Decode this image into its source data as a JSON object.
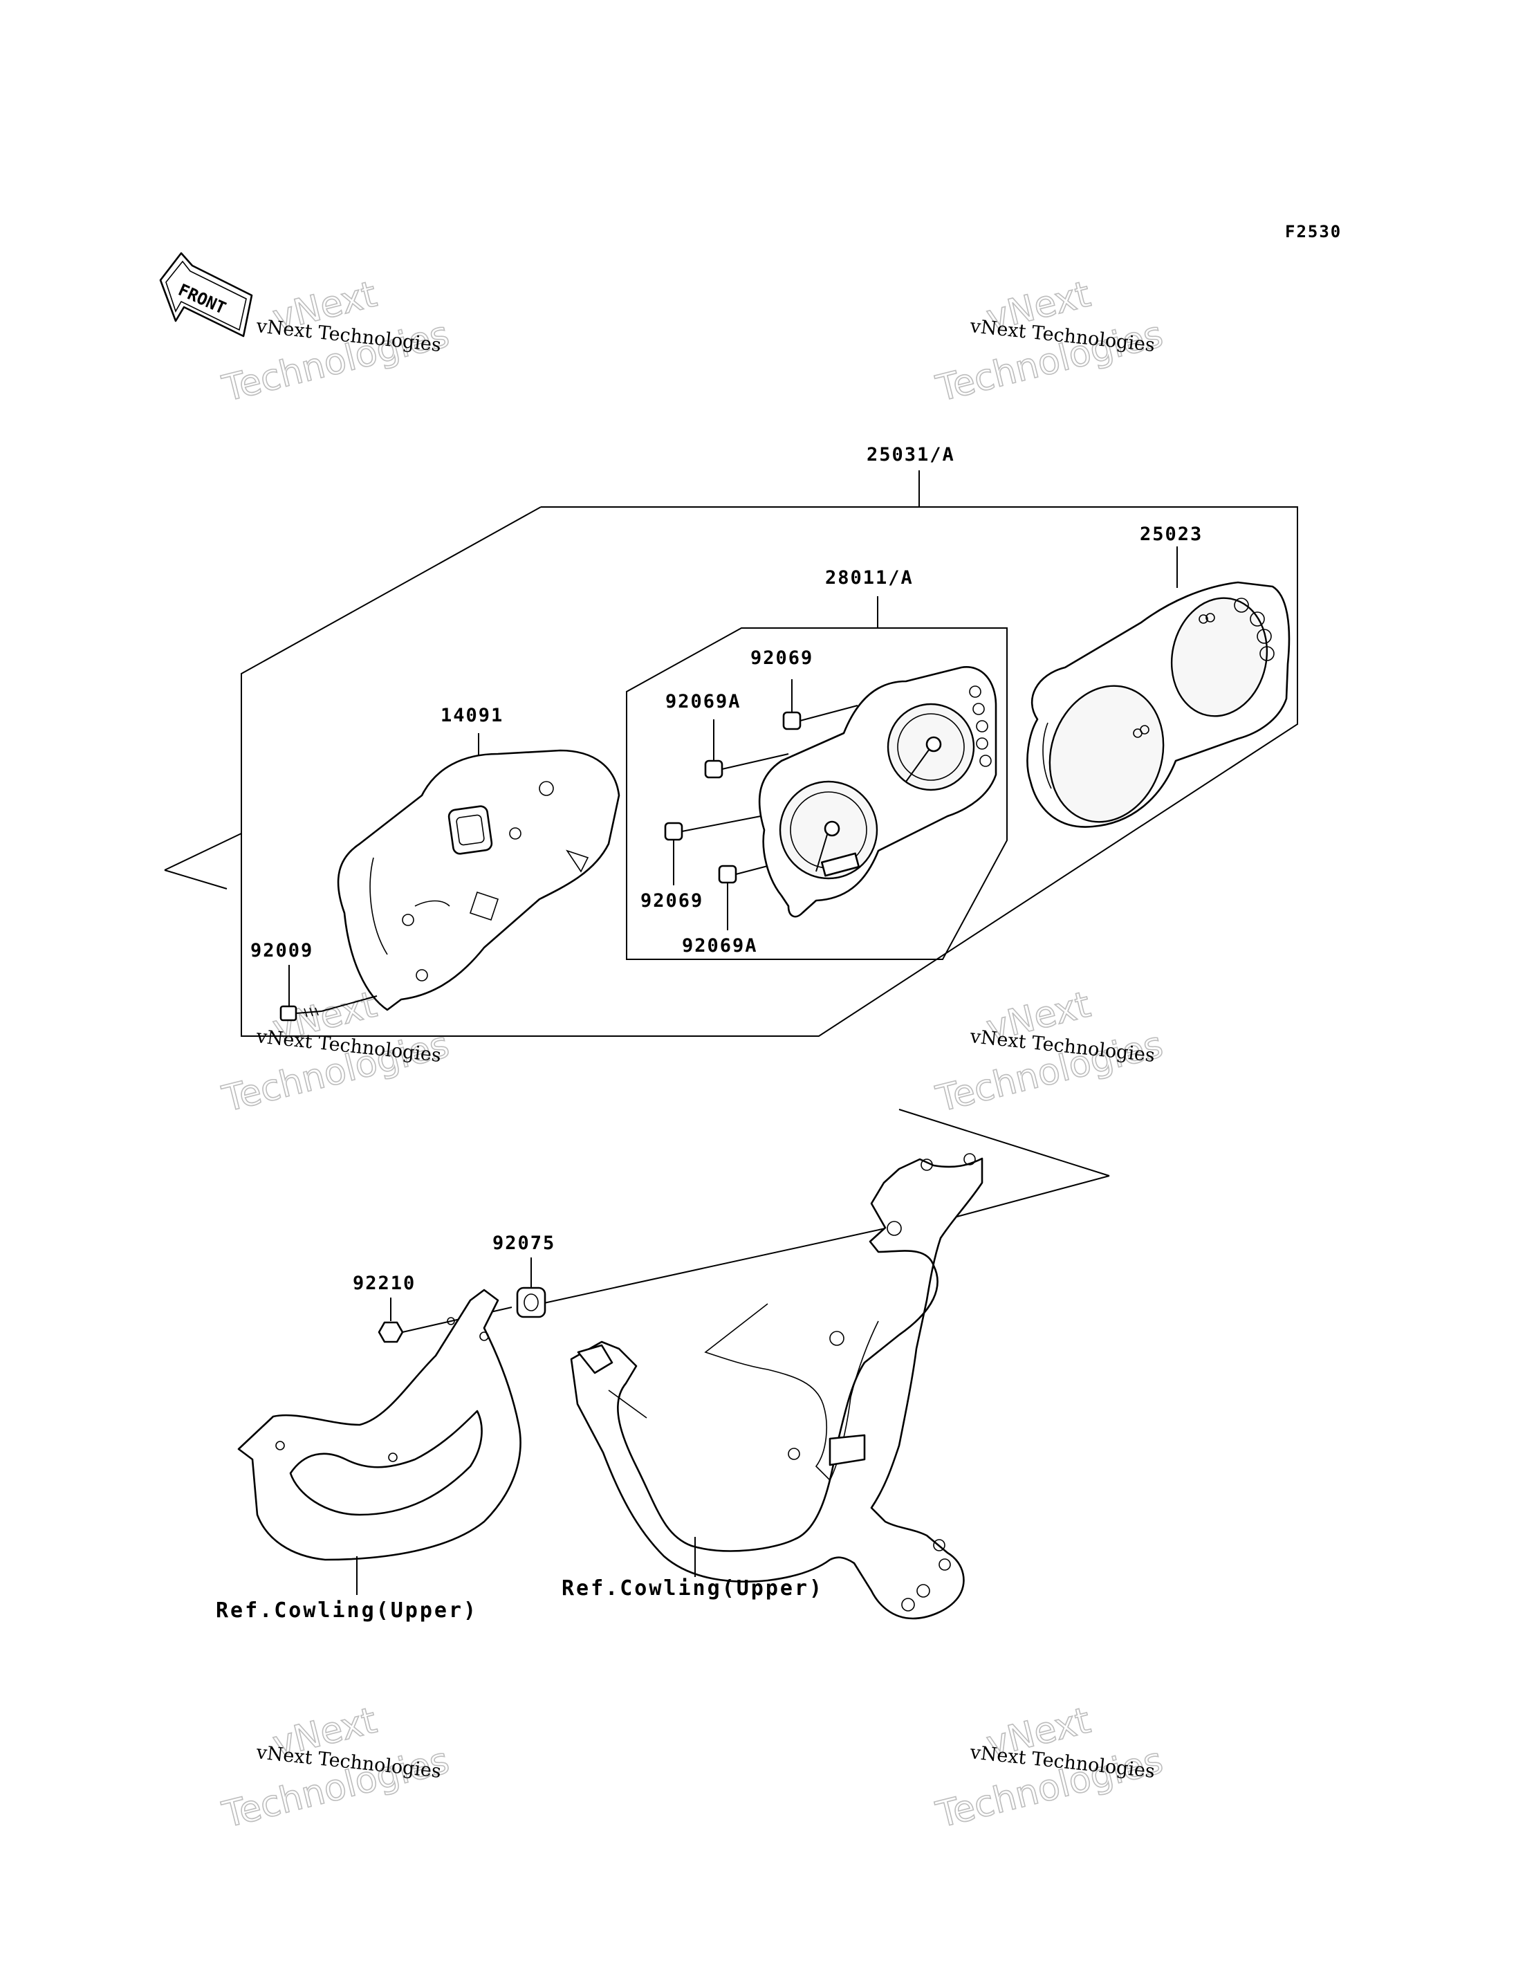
{
  "figure_id": "F2530",
  "front_arrow_label": "FRONT",
  "watermark": {
    "small": "vNext Technologies",
    "big_line1": "vNext",
    "big_line2": "Technologies"
  },
  "parts": {
    "p25031A": "25031/A",
    "p25023": "25023",
    "p28011A": "28011/A",
    "p92069_top": "92069",
    "p92069A_top": "92069A",
    "p14091": "14091",
    "p92069_bottom": "92069",
    "p92069A_bottom": "92069A",
    "p92009": "92009",
    "p92075": "92075",
    "p92210": "92210",
    "ref_cowling_right": "Ref.Cowling(Upper)",
    "ref_cowling_left": "Ref.Cowling(Upper)"
  }
}
